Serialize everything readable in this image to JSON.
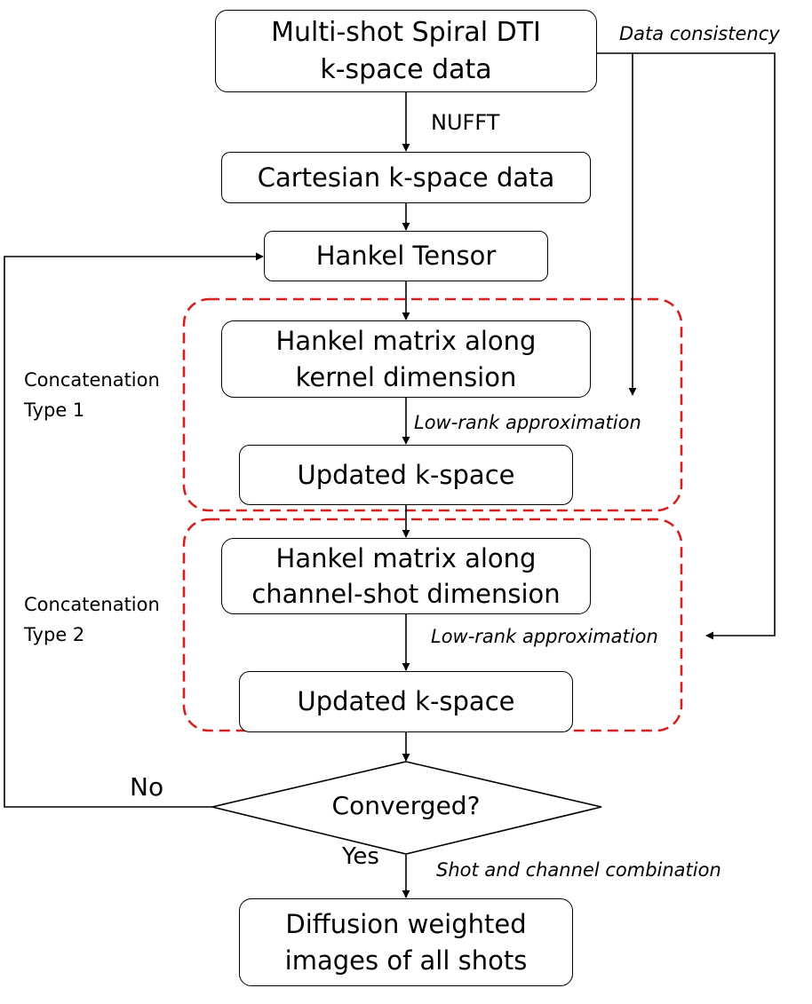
{
  "boxes": {
    "spiral": {
      "line1": "Multi-shot Spiral DTI",
      "line2": "k-space data"
    },
    "cartesian": {
      "label": "Cartesian k-space data"
    },
    "hankel_tensor": {
      "label": "Hankel Tensor"
    },
    "hankel_kernel": {
      "line1": "Hankel matrix along",
      "line2": "kernel dimension"
    },
    "updated1": {
      "label": "Updated k-space"
    },
    "hankel_channel": {
      "line1": "Hankel matrix along",
      "line2": "channel-shot dimension"
    },
    "updated2": {
      "label": "Updated k-space"
    },
    "output": {
      "line1": "Diffusion weighted",
      "line2": "images of all shots"
    }
  },
  "decision": {
    "label": "Converged?",
    "no": "No",
    "yes": "Yes"
  },
  "edge_labels": {
    "nufft": "NUFFT",
    "data_consistency": "Data consistency",
    "lowrank1": "Low-rank approximation",
    "lowrank2": "Low-rank approximation",
    "combination": "Shot and channel combination"
  },
  "groups": {
    "type1": {
      "line1": "Concatenation",
      "line2": "Type 1"
    },
    "type2": {
      "line1": "Concatenation",
      "line2": "Type 2"
    }
  },
  "colors": {
    "line": "#000000",
    "group_border": "#d42020"
  }
}
